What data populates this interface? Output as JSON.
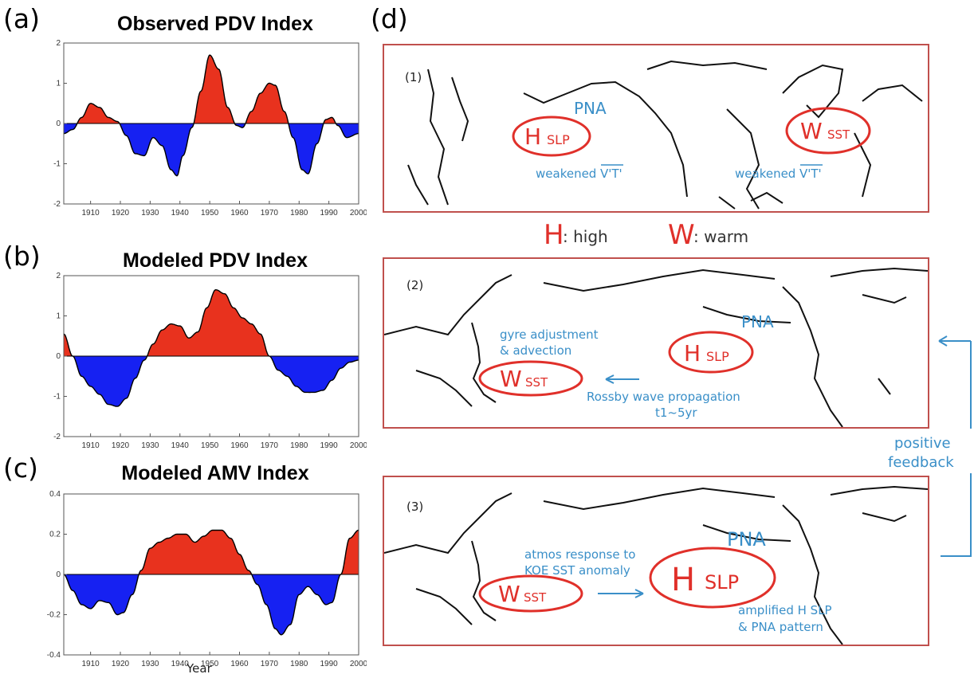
{
  "panels": {
    "a": {
      "letter": "(a)",
      "title": "Observed PDV Index"
    },
    "b": {
      "letter": "(b)",
      "title": "Modeled PDV Index"
    },
    "c": {
      "letter": "(c)",
      "title": "Modeled AMV Index"
    },
    "d": {
      "letter": "(d)"
    }
  },
  "xaxis_label": "Year",
  "colors": {
    "positive": "#e8321e",
    "negative": "#1621f2",
    "frame": "#c0504d",
    "annotation_blue": "#3a8fc8",
    "annotation_red": "#e0302a"
  },
  "chart_data": [
    {
      "type": "area",
      "title": "Observed PDV Index",
      "xlim": [
        1901,
        2000
      ],
      "ylim": [
        -2,
        2
      ],
      "xticks": [
        1910,
        1920,
        1930,
        1940,
        1950,
        1960,
        1970,
        1980,
        1990,
        2000
      ],
      "yticks": [
        2,
        1,
        0,
        -1,
        -2
      ],
      "x": [
        1901,
        1904,
        1907,
        1910,
        1913,
        1916,
        1919,
        1922,
        1925,
        1928,
        1931,
        1934,
        1937,
        1939,
        1941,
        1944,
        1947,
        1950,
        1953,
        1956,
        1959,
        1961,
        1964,
        1967,
        1970,
        1972,
        1975,
        1978,
        1981,
        1983,
        1986,
        1989,
        1991,
        1993,
        1996,
        2000
      ],
      "values": [
        -0.25,
        -0.15,
        0.15,
        0.5,
        0.4,
        0.15,
        0.05,
        -0.3,
        -0.75,
        -0.8,
        -0.35,
        -0.55,
        -1.15,
        -1.3,
        -0.8,
        -0.1,
        0.8,
        1.7,
        1.35,
        0.4,
        -0.05,
        -0.1,
        0.3,
        0.75,
        1.0,
        0.95,
        0.3,
        -0.35,
        -1.15,
        -1.25,
        -0.5,
        0.1,
        0.15,
        -0.05,
        -0.35,
        -0.25
      ]
    },
    {
      "type": "area",
      "title": "Modeled PDV Index",
      "xlim": [
        1901,
        2000
      ],
      "ylim": [
        -2,
        2
      ],
      "xticks": [
        1910,
        1920,
        1930,
        1940,
        1950,
        1960,
        1970,
        1980,
        1990,
        2000
      ],
      "yticks": [
        2,
        1,
        0,
        -1,
        -2
      ],
      "x": [
        1901,
        1904,
        1907,
        1910,
        1913,
        1916,
        1919,
        1922,
        1925,
        1928,
        1931,
        1934,
        1937,
        1940,
        1943,
        1946,
        1949,
        1952,
        1955,
        1958,
        1961,
        1964,
        1967,
        1970,
        1973,
        1976,
        1979,
        1982,
        1985,
        1988,
        1991,
        1994,
        1997,
        2000
      ],
      "values": [
        0.55,
        0.0,
        -0.5,
        -0.75,
        -0.95,
        -1.2,
        -1.25,
        -1.05,
        -0.55,
        -0.1,
        0.3,
        0.65,
        0.8,
        0.75,
        0.45,
        0.6,
        1.2,
        1.65,
        1.55,
        1.2,
        0.95,
        0.8,
        0.55,
        0.0,
        -0.35,
        -0.5,
        -0.75,
        -0.9,
        -0.9,
        -0.85,
        -0.6,
        -0.3,
        -0.15,
        -0.1
      ]
    },
    {
      "type": "area",
      "title": "Modeled AMV Index",
      "xlabel": "Year",
      "xlim": [
        1901,
        2000
      ],
      "ylim": [
        -0.4,
        0.4
      ],
      "xticks": [
        1910,
        1920,
        1930,
        1940,
        1950,
        1960,
        1970,
        1980,
        1990,
        2000
      ],
      "yticks": [
        0.4,
        0.2,
        0,
        -0.2,
        -0.4
      ],
      "x": [
        1901,
        1904,
        1907,
        1910,
        1913,
        1916,
        1919,
        1921,
        1924,
        1927,
        1930,
        1933,
        1936,
        1939,
        1942,
        1945,
        1948,
        1951,
        1954,
        1957,
        1960,
        1963,
        1966,
        1969,
        1972,
        1974,
        1977,
        1980,
        1983,
        1986,
        1989,
        1991,
        1994,
        1997,
        2000
      ],
      "values": [
        0.0,
        -0.08,
        -0.15,
        -0.17,
        -0.13,
        -0.14,
        -0.2,
        -0.19,
        -0.1,
        0.02,
        0.13,
        0.16,
        0.18,
        0.2,
        0.2,
        0.16,
        0.19,
        0.22,
        0.22,
        0.18,
        0.1,
        0.02,
        -0.05,
        -0.15,
        -0.27,
        -0.3,
        -0.25,
        -0.1,
        -0.06,
        -0.1,
        -0.15,
        -0.14,
        0.0,
        0.18,
        0.22
      ]
    }
  ],
  "schematic": {
    "map1": {
      "num": "(1)",
      "pna": "PNA",
      "h": "H",
      "slp": "SLP",
      "w": "W",
      "sst": "SST",
      "weak_left": "weakened",
      "weak_right": "weakened",
      "vt": "V'T'"
    },
    "legend": {
      "h": "H",
      "h_text": ": high",
      "w": "W",
      "w_text": ": warm"
    },
    "map2": {
      "num": "(2)",
      "pna": "PNA",
      "h": "H",
      "slp": "SLP",
      "w": "W",
      "sst": "SST",
      "gyre1": "gyre adjustment",
      "gyre2": "& advection",
      "rossby1": "Rossby wave propagation",
      "rossby2": "t1~5yr"
    },
    "map3": {
      "num": "(3)",
      "pna": "PNA",
      "h": "H",
      "slp": "SLP",
      "w": "W",
      "sst": "SST",
      "atmos1": "atmos response to",
      "atmos2": "KOE SST anomaly",
      "amp1": "amplified H SLP",
      "amp2": "& PNA pattern"
    },
    "feedback1": "positive",
    "feedback2": "feedback"
  }
}
